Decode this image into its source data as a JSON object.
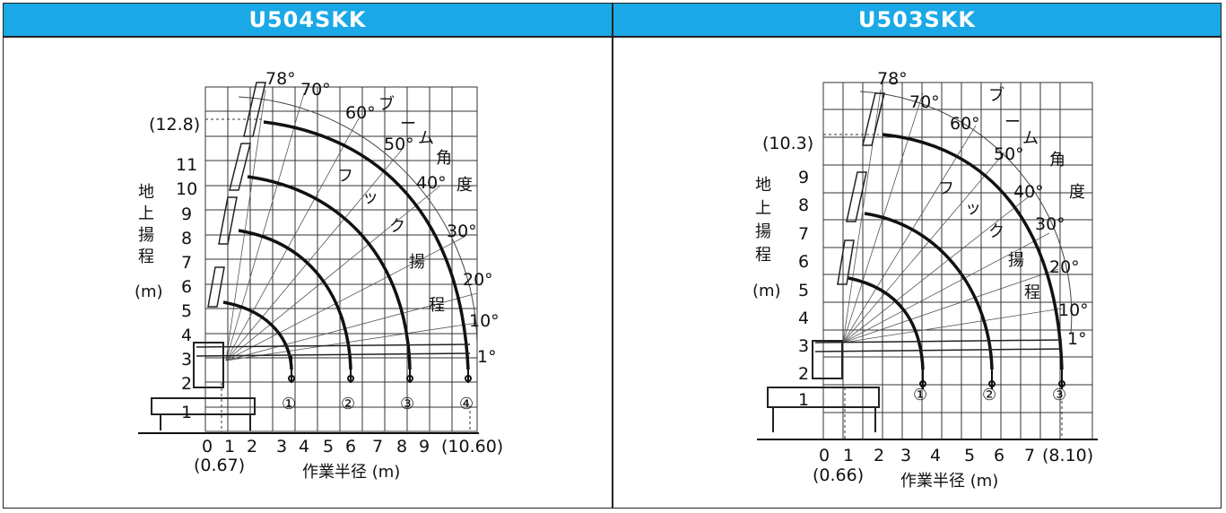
{
  "panels": [
    {
      "title": "U504SKK",
      "y_ticks": [
        "1",
        "2",
        "3",
        "4",
        "5",
        "6",
        "7",
        "8",
        "9",
        "10",
        "11"
      ],
      "y_extra": "(12.8)",
      "x_ticks": [
        "0",
        "1",
        "2",
        "3",
        "4",
        "5",
        "6",
        "7",
        "8",
        "9"
      ],
      "x_extra": "(10.60)",
      "x_sub": "(0.67)",
      "angles": [
        "78°",
        "70°",
        "60°",
        "50°",
        "40°",
        "30°",
        "20°",
        "10°",
        "1°"
      ],
      "sections": [
        "①",
        "②",
        "③",
        "④"
      ]
    },
    {
      "title": "U503SKK",
      "y_ticks": [
        "1",
        "2",
        "3",
        "4",
        "5",
        "6",
        "7",
        "8",
        "9"
      ],
      "y_extra": "(10.3)",
      "x_ticks": [
        "0",
        "1",
        "2",
        "3",
        "4",
        "5",
        "6",
        "7"
      ],
      "x_extra": "(8.10)",
      "x_sub": "(0.66)",
      "angles": [
        "78°",
        "70°",
        "60°",
        "50°",
        "40°",
        "30°",
        "20°",
        "10°",
        "1°"
      ],
      "sections": [
        "①",
        "②",
        "③"
      ]
    }
  ],
  "y_axis_label": [
    "地",
    "上",
    "揚",
    "程"
  ],
  "y_axis_unit": "(m)",
  "x_axis_label": "作業半径 (m)",
  "boom_angle_label": [
    "ブ",
    "ー",
    "ム",
    "角",
    "度"
  ],
  "hook_height_label": [
    "フ",
    "ッ",
    "ク",
    "揚",
    "程"
  ]
}
